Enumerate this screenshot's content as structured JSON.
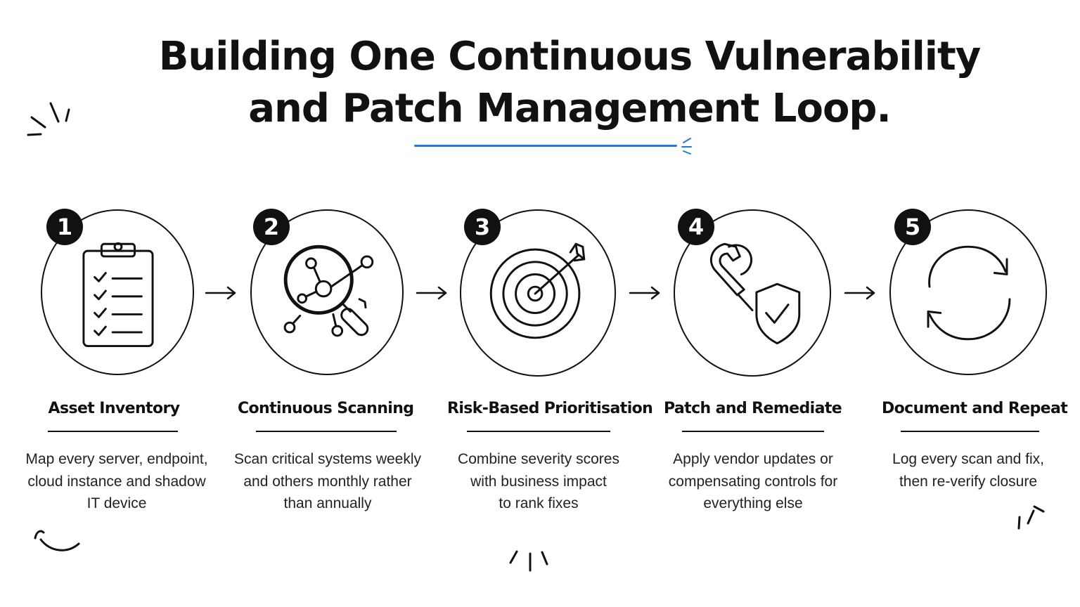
{
  "title": {
    "line1": "Building One Continuous Vulnerability",
    "line2": "and Patch Management Loop."
  },
  "colors": {
    "accent": "#1f7ae0",
    "ink": "#111111",
    "background": "#ffffff"
  },
  "steps": [
    {
      "number": "1",
      "title": "Asset Inventory",
      "icon": "clipboard-checklist-icon",
      "description": [
        "Map every server, endpoint,",
        "cloud instance and shadow",
        "IT device"
      ]
    },
    {
      "number": "2",
      "title": "Continuous Scanning",
      "icon": "magnifier-network-icon",
      "description": [
        "Scan critical systems weekly",
        "and others monthly rather",
        "than annually"
      ]
    },
    {
      "number": "3",
      "title": "Risk-Based Prioritisation",
      "icon": "target-arrow-icon",
      "description": [
        "Combine severity scores",
        "with business impact",
        "to rank fixes"
      ]
    },
    {
      "number": "4",
      "title": "Patch and Remediate",
      "icon": "wrench-shield-icon",
      "description": [
        "Apply vendor updates or",
        "compensating controls for",
        "everything else"
      ]
    },
    {
      "number": "5",
      "title": "Document and Repeat",
      "icon": "refresh-cycle-icon",
      "description": [
        "Log every scan and fix,",
        "then re-verify closure"
      ]
    }
  ]
}
